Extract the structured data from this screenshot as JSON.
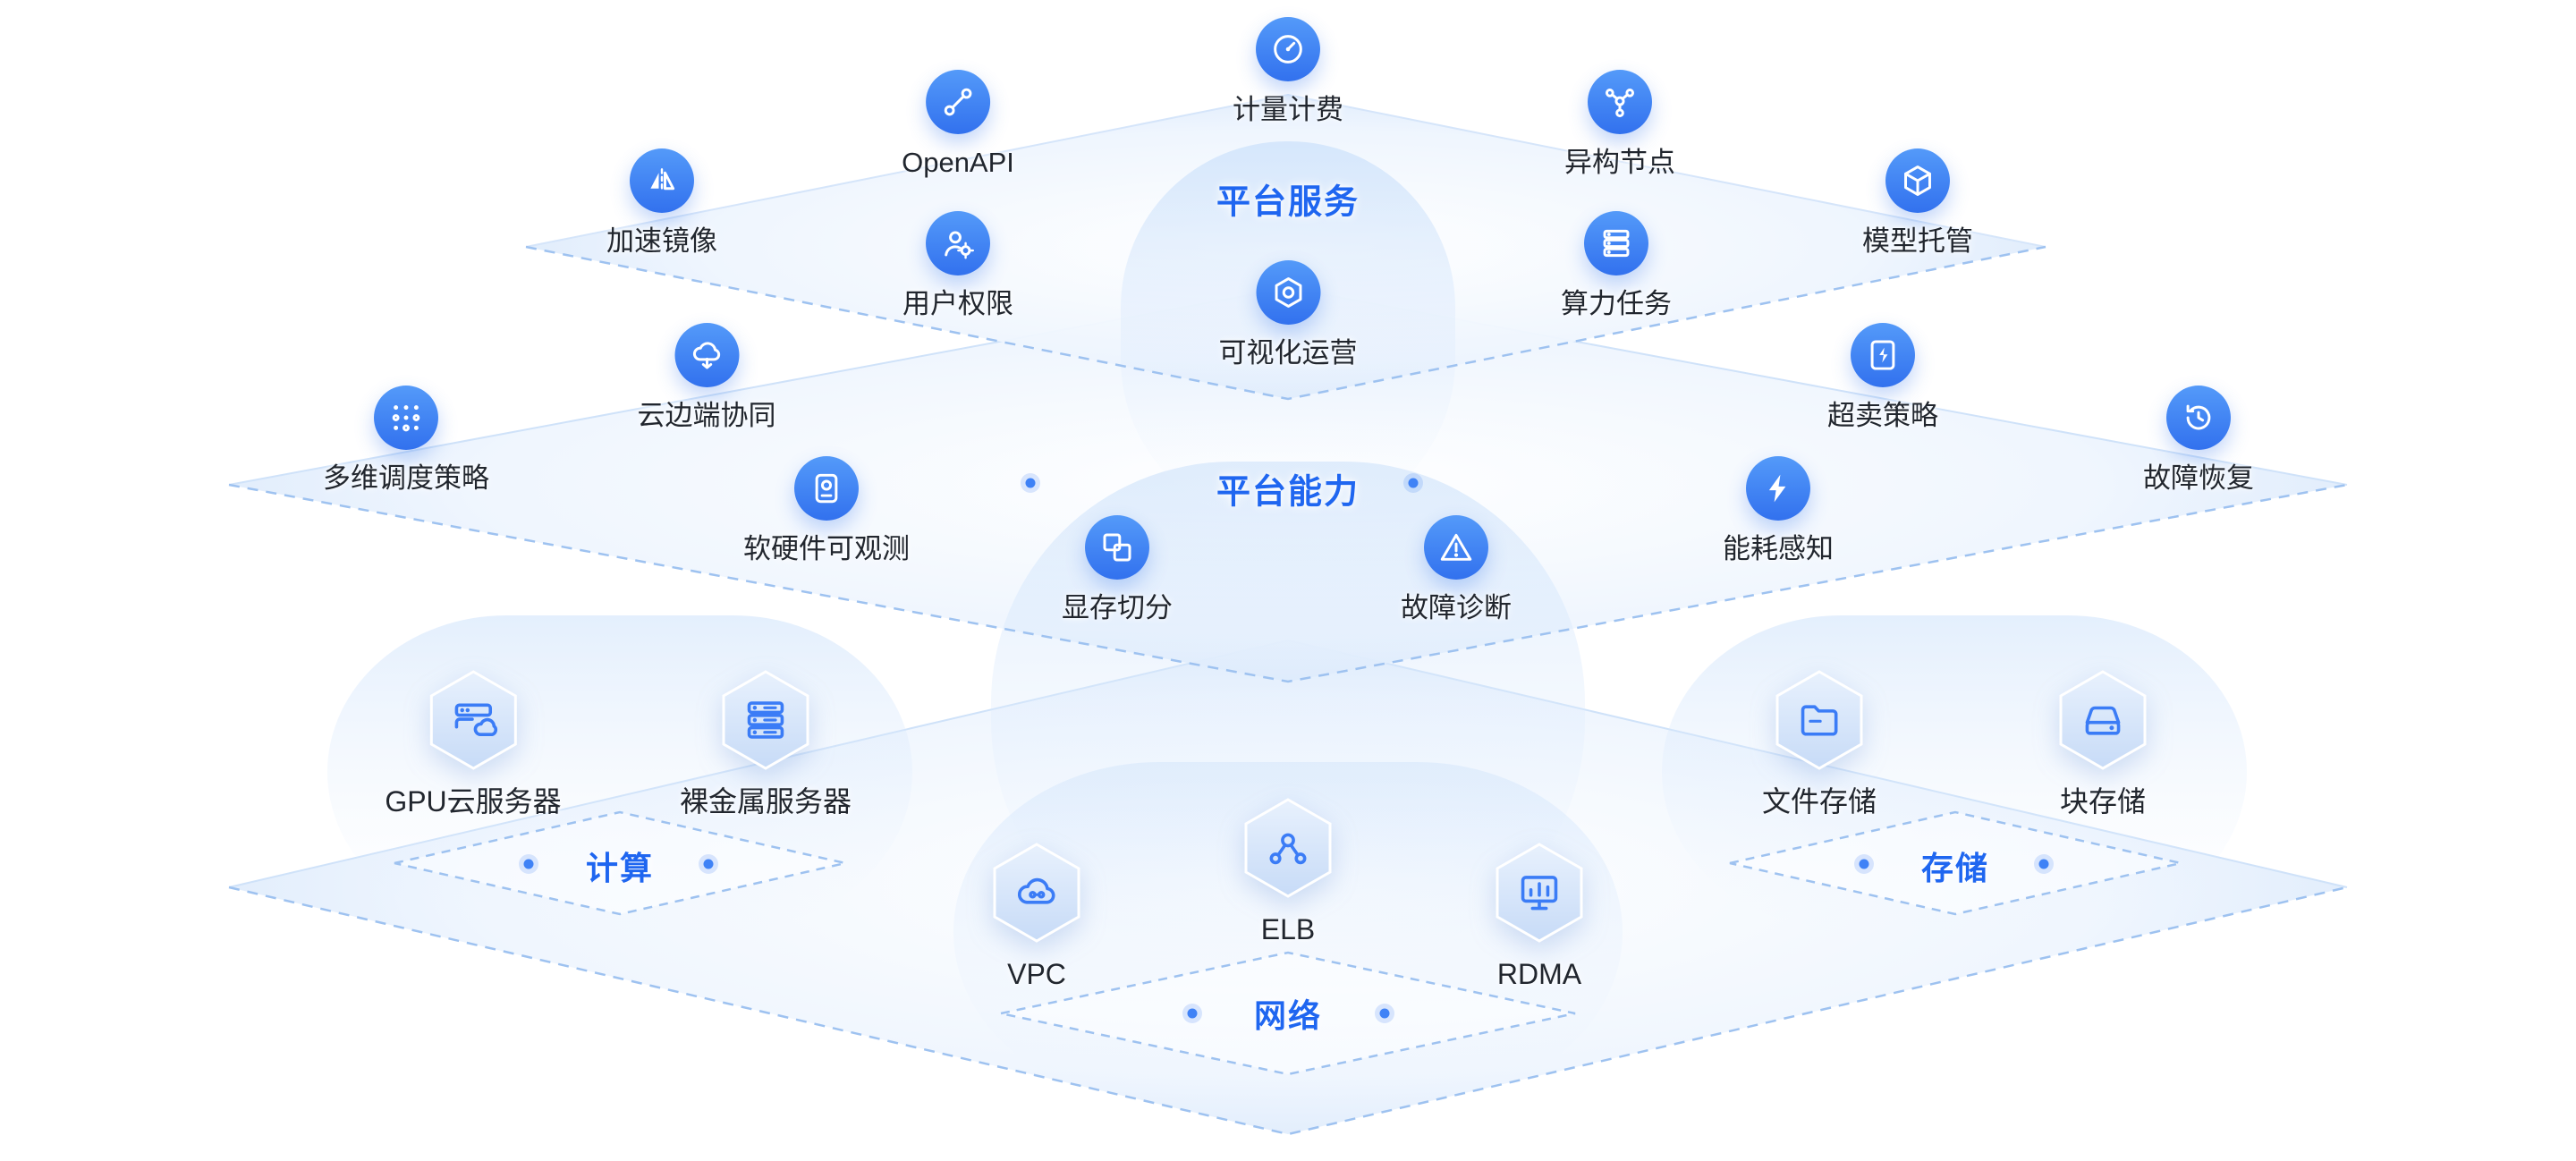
{
  "colors": {
    "accent_blue": "#3D7EF5",
    "title_blue": "#1F66F0",
    "label_dark": "#21262E",
    "hex_fill_light": "#D6E5FA",
    "dashed_line": "#9EC2F0"
  },
  "services": {
    "title": "平台服务",
    "items": [
      {
        "label": "计量计费",
        "icon": "gauge-icon"
      },
      {
        "label": "OpenAPI",
        "icon": "api-link-icon"
      },
      {
        "label": "异构节点",
        "icon": "nodes-icon"
      },
      {
        "label": "加速镜像",
        "icon": "mirror-icon"
      },
      {
        "label": "用户权限",
        "icon": "user-gear-icon"
      },
      {
        "label": "算力任务",
        "icon": "task-stack-icon"
      },
      {
        "label": "可视化运营",
        "icon": "hexagon-lens-icon"
      },
      {
        "label": "模型托管",
        "icon": "cube-icon"
      }
    ]
  },
  "capabilities": {
    "title": "平台能力",
    "items": [
      {
        "label": "云边端协同",
        "icon": "cloud-sync-icon"
      },
      {
        "label": "多维调度策略",
        "icon": "dot-matrix-icon"
      },
      {
        "label": "软硬件可观测",
        "icon": "device-monitor-icon"
      },
      {
        "label": "显存切分",
        "icon": "split-blocks-icon"
      },
      {
        "label": "故障诊断",
        "icon": "warning-triangle-icon"
      },
      {
        "label": "能耗感知",
        "icon": "energy-bolt-icon"
      },
      {
        "label": "超卖策略",
        "icon": "doc-bolt-icon"
      },
      {
        "label": "故障恢复",
        "icon": "restore-icon"
      }
    ]
  },
  "infrastructure": {
    "compute": {
      "title": "计算",
      "items": [
        {
          "label": "GPU云服务器",
          "icon": "gpu-cloud-server-icon"
        },
        {
          "label": "裸金属服务器",
          "icon": "bare-metal-server-icon"
        }
      ]
    },
    "storage": {
      "title": "存储",
      "items": [
        {
          "label": "文件存储",
          "icon": "file-storage-icon"
        },
        {
          "label": "块存储",
          "icon": "block-storage-icon"
        }
      ]
    },
    "network": {
      "title": "网络",
      "items": [
        {
          "label": "VPC",
          "icon": "cloud-network-icon"
        },
        {
          "label": "ELB",
          "icon": "load-balancer-icon"
        },
        {
          "label": "RDMA",
          "icon": "network-monitor-icon"
        }
      ]
    }
  }
}
